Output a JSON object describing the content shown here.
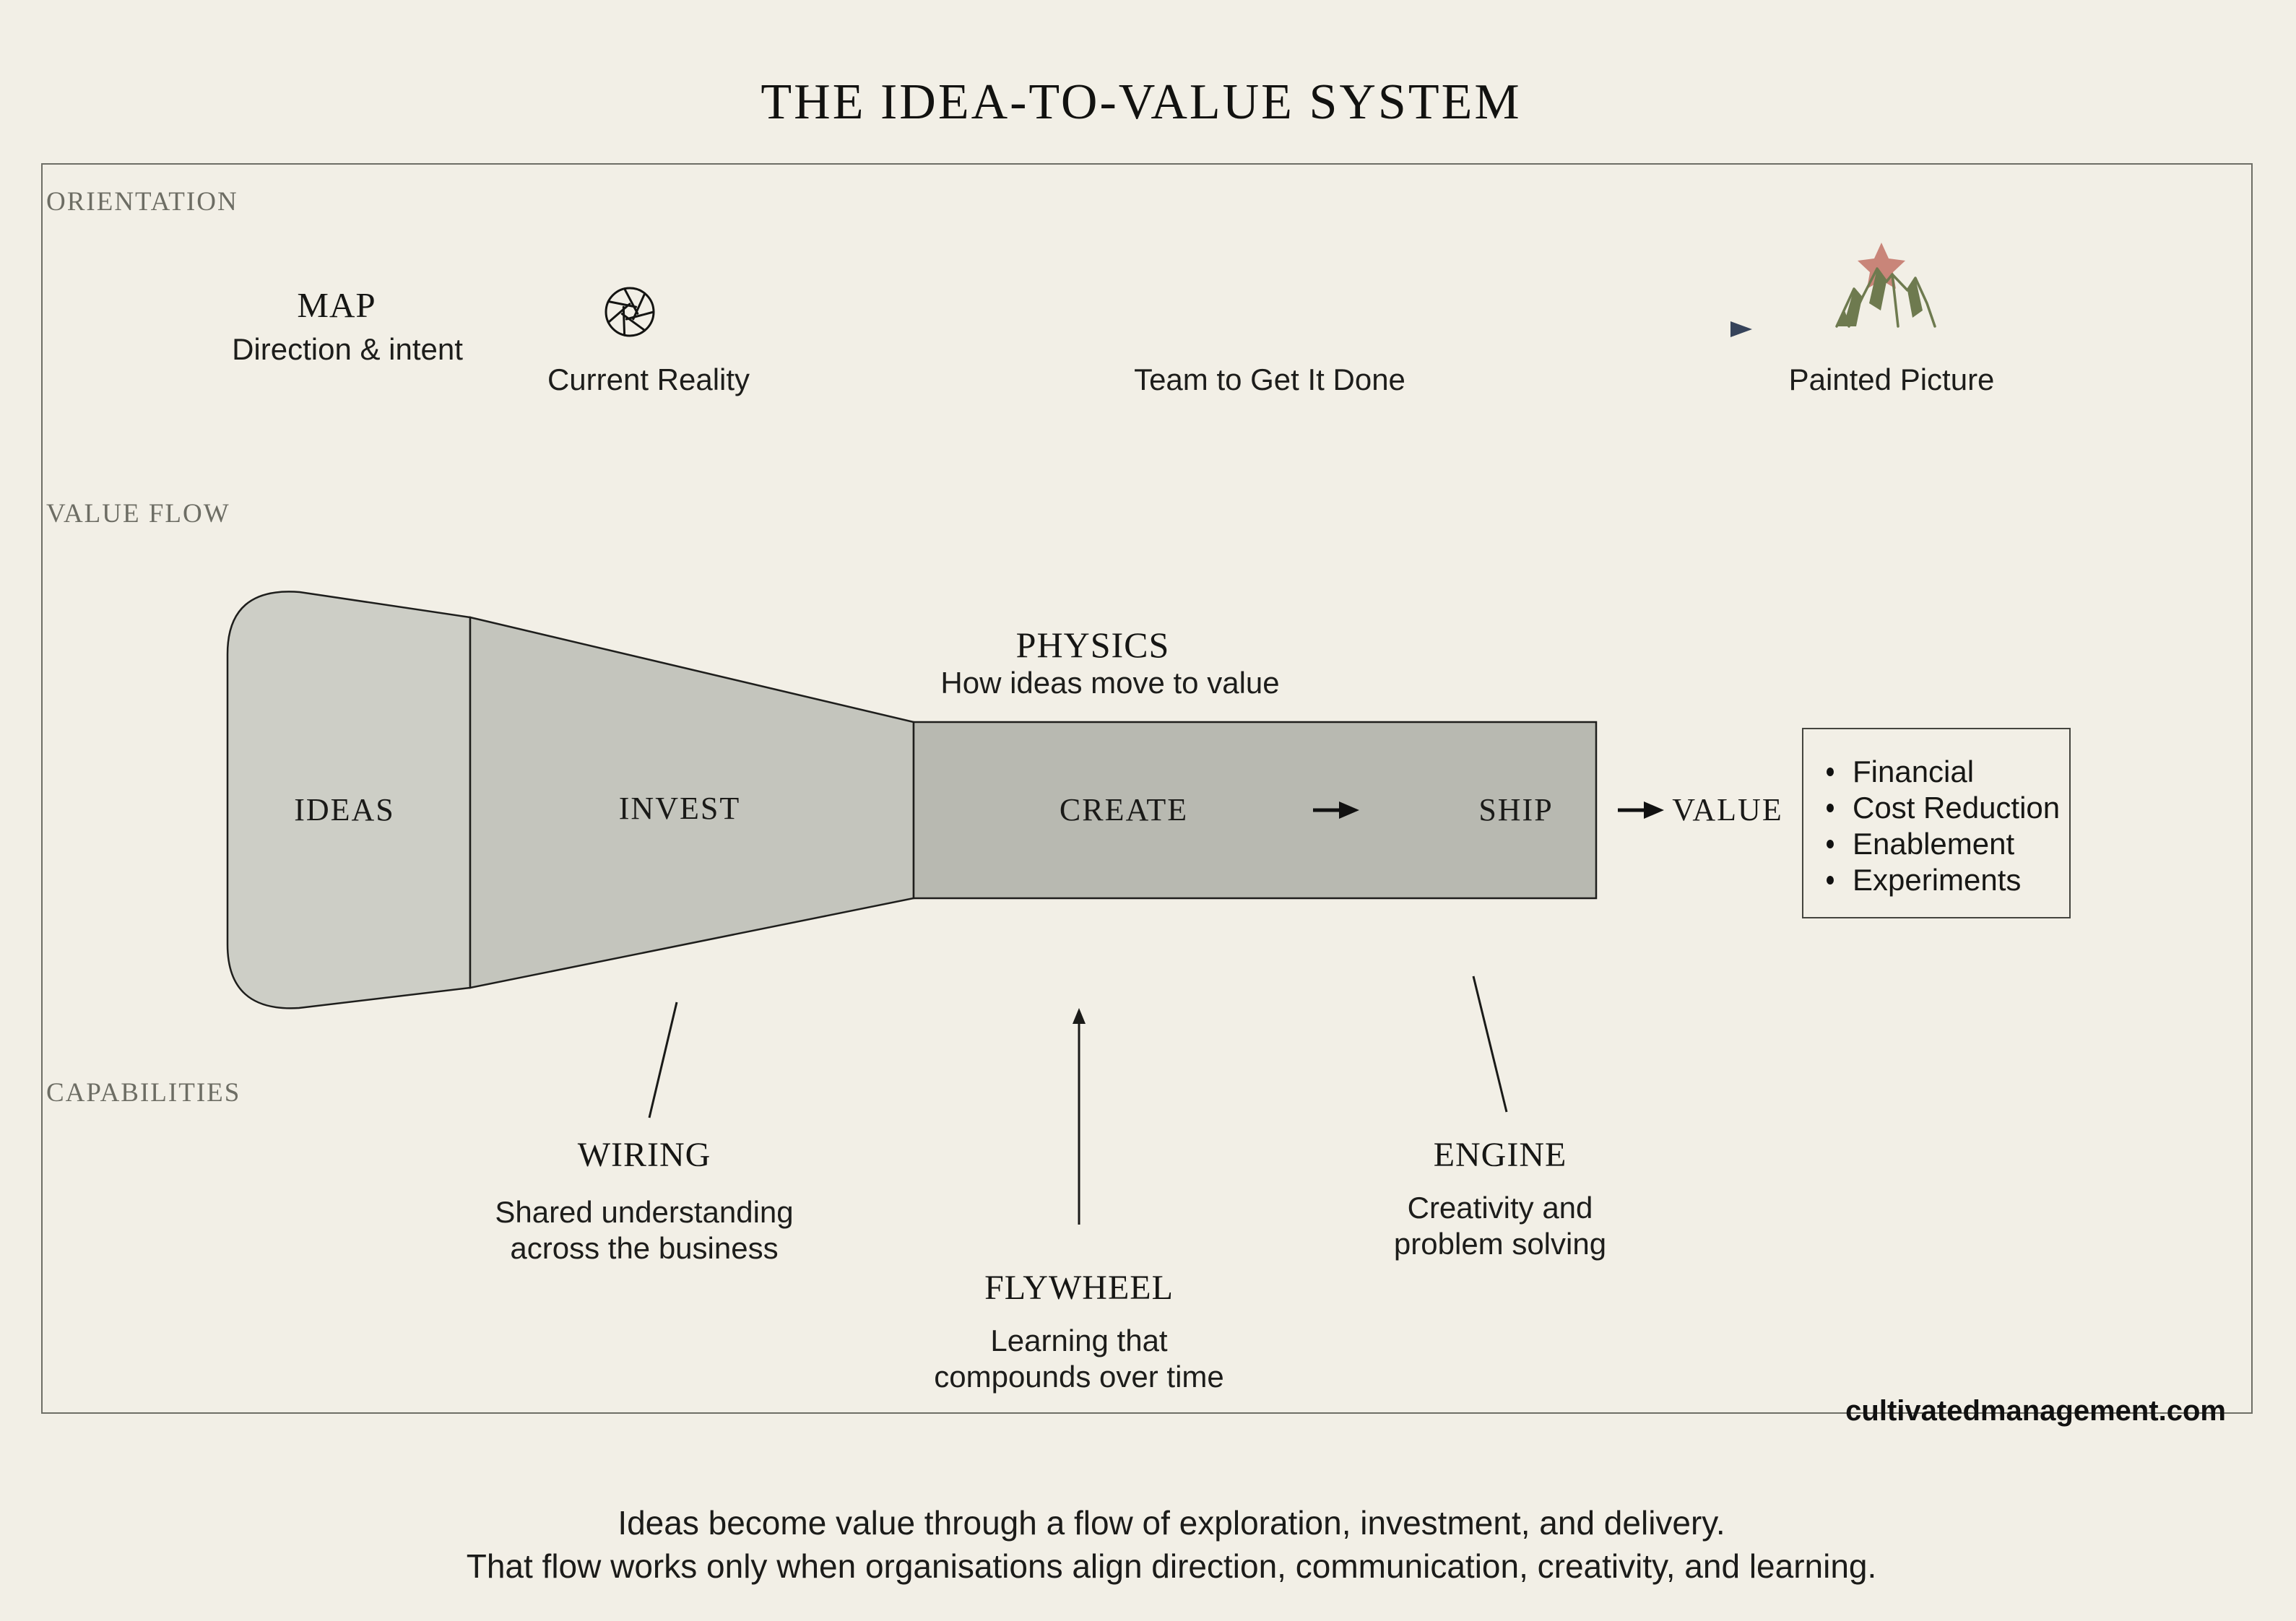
{
  "title": "THE IDEA-TO-VALUE SYSTEM",
  "bands": {
    "orientation": "ORIENTATION",
    "value_flow": "VALUE FLOW",
    "capabilities": "CAPABILITIES"
  },
  "orientation": {
    "map_heading": "MAP",
    "map_subheading": "Direction & intent",
    "current_reality_label": "Current Reality",
    "team_label": "Team to Get It Done",
    "painted_picture_label": "Painted Picture",
    "icons": {
      "current_reality": "aperture-icon",
      "painted_picture": "mountain-star-icon"
    }
  },
  "value_flow": {
    "physics_heading": "PHYSICS",
    "physics_subheading": "How ideas move to value",
    "stages": [
      "IDEAS",
      "INVEST",
      "CREATE",
      "SHIP",
      "VALUE"
    ],
    "value_types": [
      "Financial",
      "Cost Reduction",
      "Enablement",
      "Experiments"
    ]
  },
  "capabilities": {
    "wiring": {
      "heading": "WIRING",
      "line1": "Shared understanding",
      "line2": "across the business"
    },
    "flywheel": {
      "heading": "FLYWHEEL",
      "line1": "Learning that",
      "line2": "compounds over time"
    },
    "engine": {
      "heading": "ENGINE",
      "line1": "Creativity and",
      "line2": "problem solving"
    }
  },
  "footer": {
    "site": "cultivatedmanagement.com",
    "line1": "Ideas become value through a flow of exploration, investment, and delivery.",
    "line2": "That flow works only when organisations align direction, communication, creativity, and learning."
  },
  "colors": {
    "background": "#f2efe6",
    "ideas_fill": "#cdcec6",
    "invest_fill": "#c4c5bd",
    "pipeline_fill": "#b8b9b1",
    "outline": "#1e1e1c",
    "frame_border": "#6e6e66",
    "band_label": "#6d6d64",
    "orientation_arrow": "#2f3d55",
    "star": "#c98579",
    "mountain": "#6e7a4f"
  }
}
